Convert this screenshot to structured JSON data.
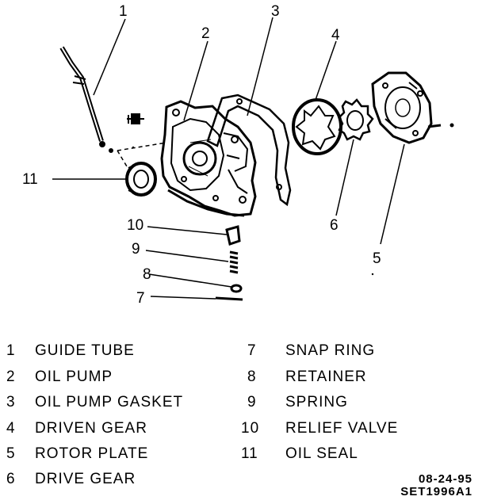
{
  "callouts": [
    "1",
    "2",
    "3",
    "4",
    "5",
    "6",
    "7",
    "8",
    "9",
    "10",
    "11"
  ],
  "legend": [
    {
      "num": "1",
      "label": "GUIDE TUBE"
    },
    {
      "num": "2",
      "label": "OIL PUMP"
    },
    {
      "num": "3",
      "label": "OIL PUMP GASKET"
    },
    {
      "num": "4",
      "label": "DRIVEN GEAR"
    },
    {
      "num": "5",
      "label": "ROTOR PLATE"
    },
    {
      "num": "6",
      "label": "DRIVE GEAR"
    },
    {
      "num": "7",
      "label": "SNAP RING"
    },
    {
      "num": "8",
      "label": "RETAINER"
    },
    {
      "num": "9",
      "label": "SPRING"
    },
    {
      "num": "10",
      "label": "RELIEF VALVE"
    },
    {
      "num": "11",
      "label": "OIL SEAL"
    }
  ],
  "date_code": "08-24-95",
  "figure_code": "SET1996A1"
}
